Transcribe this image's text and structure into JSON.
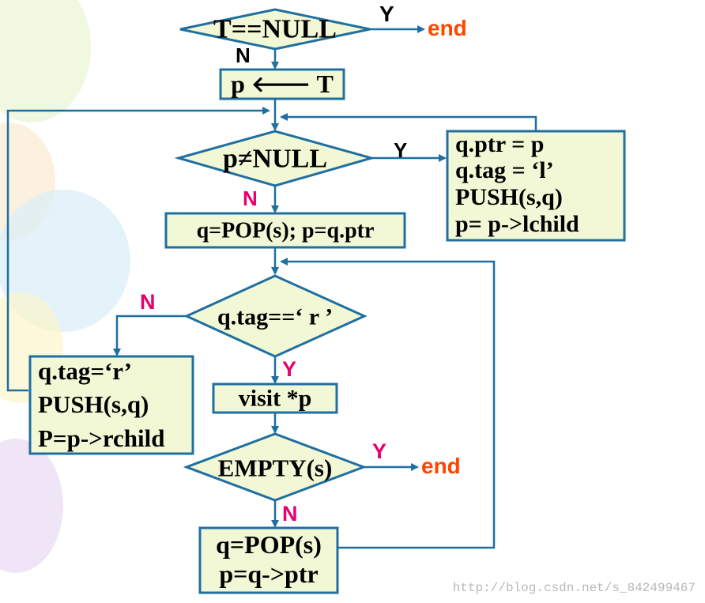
{
  "colors": {
    "node_fill": "#f2f8d6",
    "node_stroke": "#1f6fa0",
    "yes_no_black": "#000000",
    "yes_no_magenta": "#e6006e",
    "end_red": "#ff4500"
  },
  "nodes": {
    "test_t_null": "T==NULL",
    "assign_p_t_p": "p",
    "assign_p_t_arrow": "🡐",
    "assign_p_t_t": "T",
    "test_p_not_null": "p≠NULL",
    "push_left": [
      "q.ptr = p",
      "q.tag = ‘l’",
      "PUSH(s,q)",
      "p= p->lchild"
    ],
    "pop_and_assign": "q=POP(s); p=q.ptr",
    "test_tag_r": "q.tag==‘ r ’",
    "push_right": [
      "q.tag=‘r’",
      "PUSH(s,q)",
      "P=p->rchild"
    ],
    "visit": "visit  *p",
    "test_empty": "EMPTY(s)",
    "pop_back": [
      "q=POP(s)",
      "p=q->ptr"
    ]
  },
  "edge_labels": {
    "t_null_yes": "Y",
    "t_null_no": "N",
    "p_not_null_yes": "Y",
    "p_not_null_no": "N",
    "tag_r_no": "N",
    "tag_r_yes": "Y",
    "empty_yes": "Y",
    "empty_no": "N",
    "end_top": "end",
    "end_bottom": "end"
  },
  "watermark": "http://blog.csdn.net/s_842499467"
}
